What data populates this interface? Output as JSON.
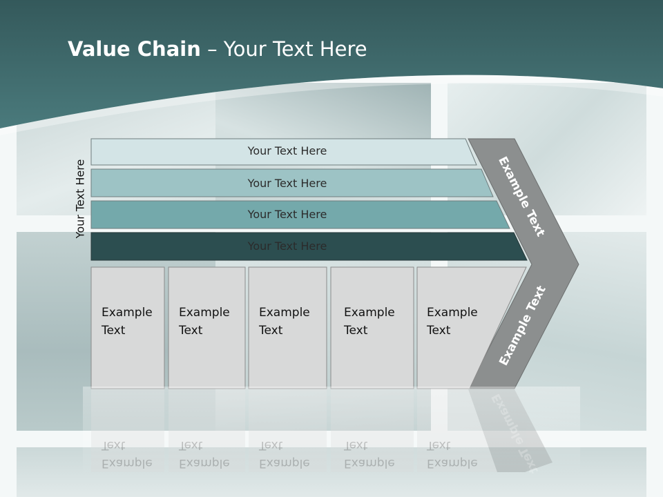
{
  "title": {
    "bold": "Value Chain",
    "rest": " – Your Text Here"
  },
  "vertical_label": "Your Text Here",
  "bands": [
    {
      "label": "Your Text Here",
      "color": "#d3e4e6"
    },
    {
      "label": "Your Text Here",
      "color": "#9dc3c5"
    },
    {
      "label": "Your Text Here",
      "color": "#74a9ab"
    },
    {
      "label": "Your Text Here",
      "color": "#2c4e50"
    }
  ],
  "cards": [
    {
      "label": "Example\nText"
    },
    {
      "label": "Example\nText"
    },
    {
      "label": "Example\nText"
    },
    {
      "label": "Example\nText"
    },
    {
      "label": "Example\nText"
    }
  ],
  "chevron": {
    "upper_label": "Example Text",
    "lower_label": "Example Text",
    "color": "#8c8f8f"
  },
  "colors": {
    "header": "#3f6e70",
    "card": "#d8d9d9",
    "card_border": "#8a8a8a"
  }
}
